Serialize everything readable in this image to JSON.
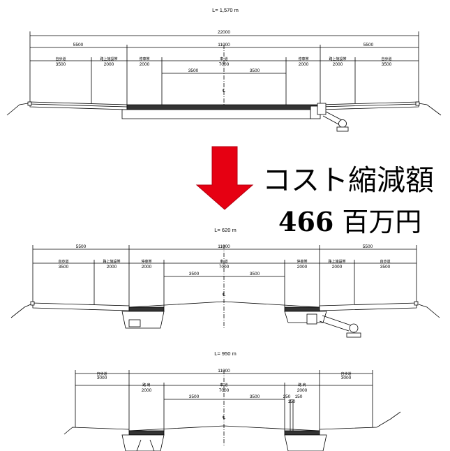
{
  "colors": {
    "arrow": "#e60012",
    "arrow_edge": "#b30010",
    "line": "#000000"
  },
  "cost": {
    "title": "コスト縮減額",
    "amount": "466",
    "unit": "百万円"
  },
  "sections": [
    {
      "span_label": "L= 1,570 m",
      "total_width": "22000",
      "side_left": "5500",
      "center": "11000",
      "side_right": "5500",
      "labels": [
        "自歩道",
        "路上施設帯",
        "停車帯",
        "車 道",
        "停車帯",
        "路上施設帯",
        "自歩道"
      ],
      "values": [
        "3500",
        "2000",
        "2000",
        "7000",
        "2000",
        "2000",
        "3500"
      ],
      "lanes": [
        "3500",
        "3500"
      ],
      "centerline": "℄"
    },
    {
      "span_label": "L= 620 m",
      "side_left": "5500",
      "center": "11000",
      "side_right": "5500",
      "labels": [
        "自歩道",
        "路上施設帯",
        "停車帯",
        "車 道",
        "停車帯",
        "路上施設帯",
        "自歩道"
      ],
      "values": [
        "3500",
        "2000",
        "2000",
        "7000",
        "2000",
        "2000",
        "3500"
      ],
      "lanes": [
        "3500",
        "3500"
      ],
      "centerline": "℄"
    },
    {
      "span_label": "L= 950 m",
      "center": "11000",
      "labels": [
        "自歩道",
        "路 肩",
        "車 道",
        "路 肩",
        "自歩道"
      ],
      "values": [
        "3000",
        "2000",
        "7000",
        "2000",
        "3000"
      ],
      "lanes": [
        "3500",
        "3500"
      ],
      "extra_dims": [
        "250",
        "150",
        "150"
      ],
      "centerline": "℄"
    }
  ]
}
